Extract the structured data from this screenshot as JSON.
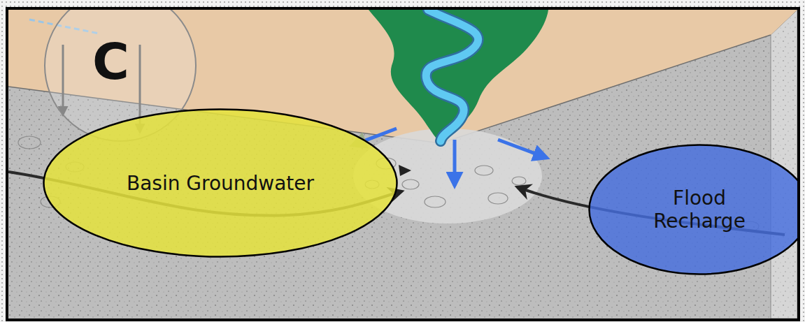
{
  "diagram": {
    "nodes": [
      {
        "text": [
          "C"
        ]
      },
      {
        "text": [
          "Basin Groundwater"
        ]
      },
      {
        "text": [
          "Flood Recharge"
        ]
      }
    ]
  }
}
